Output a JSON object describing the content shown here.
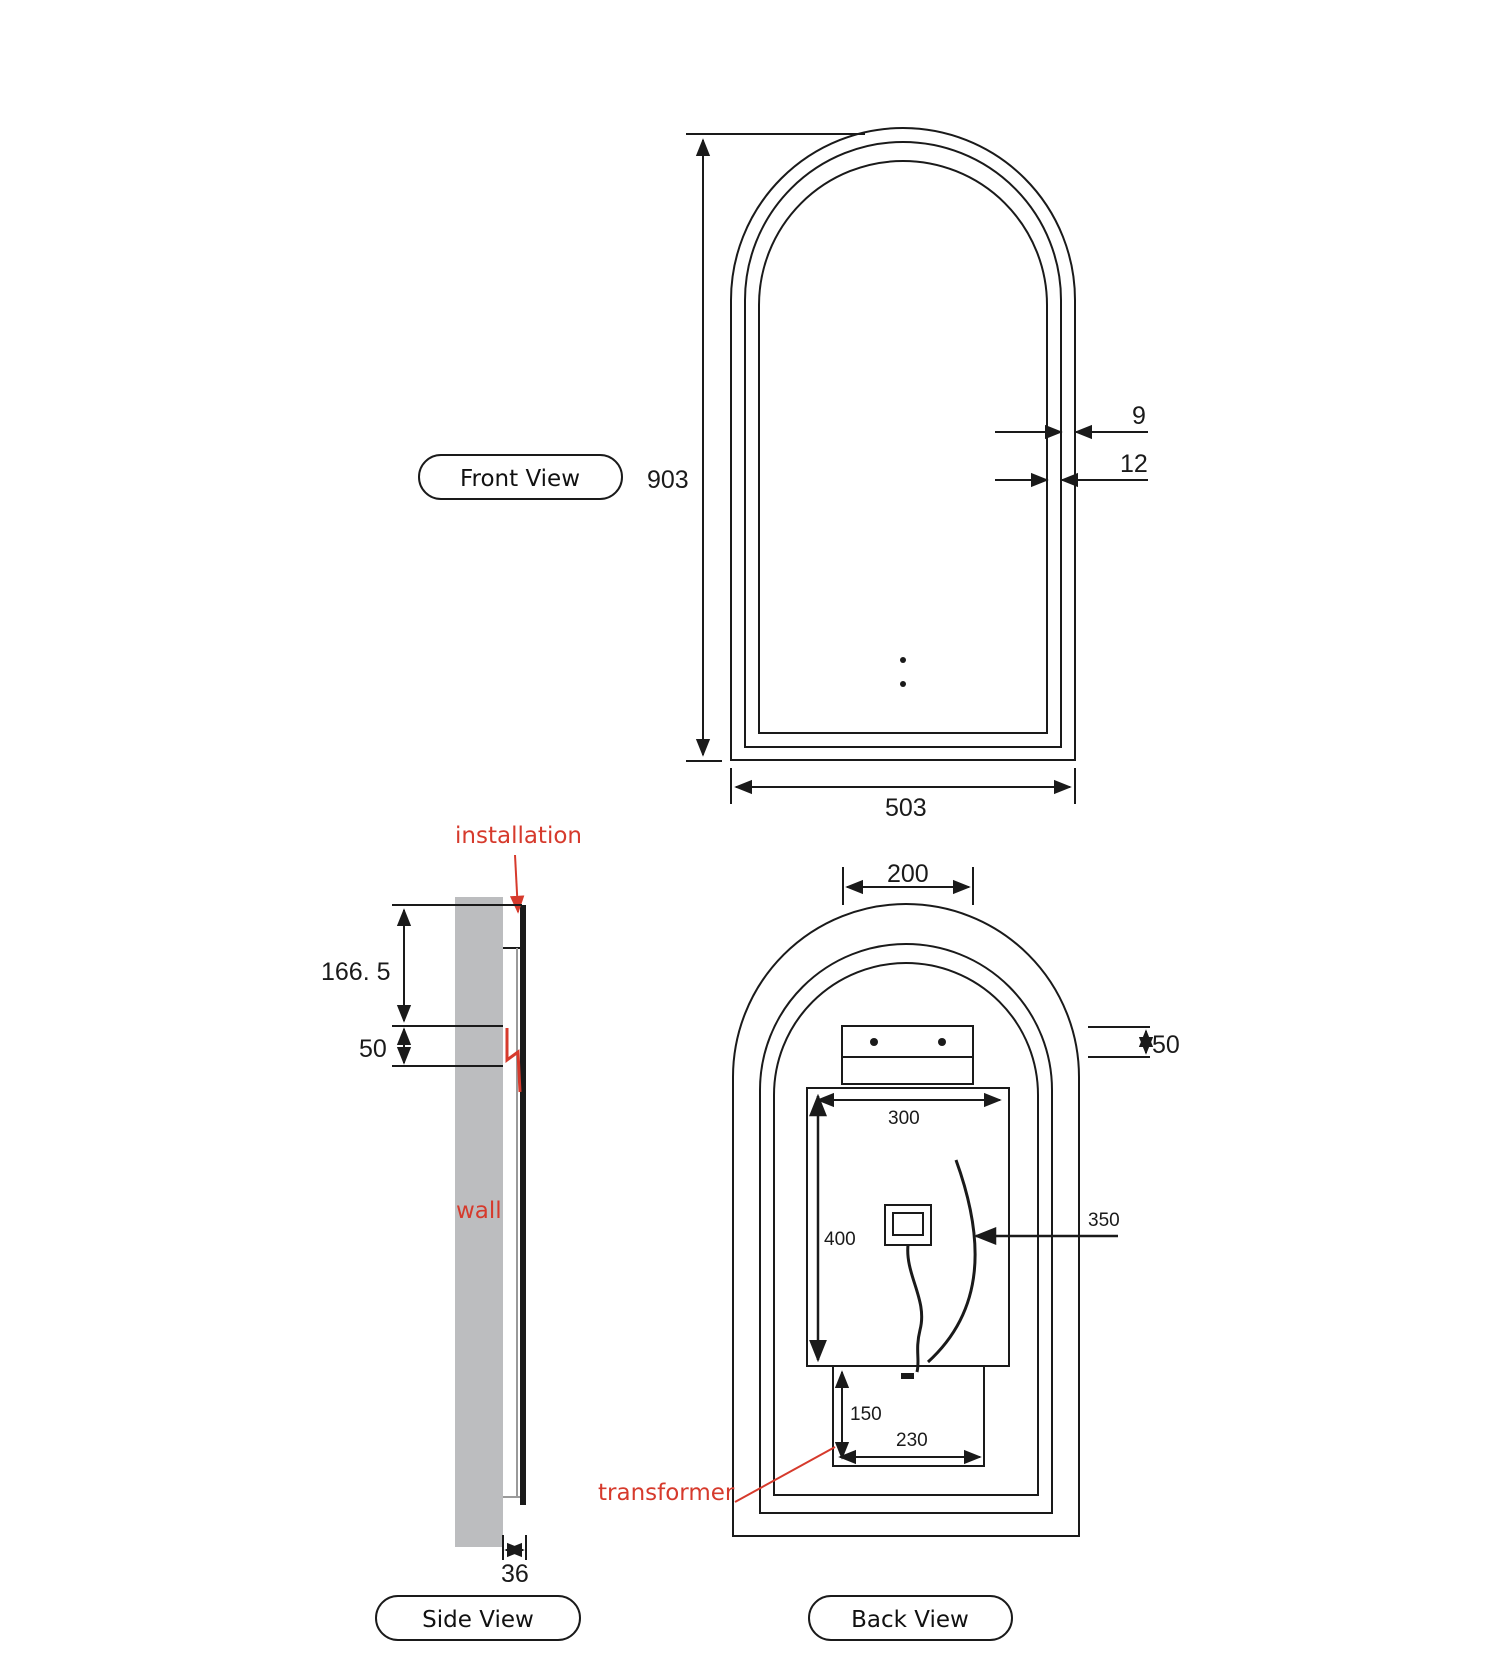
{
  "views": {
    "front": "Front View",
    "side": "Side View",
    "back": "Back View"
  },
  "front_dimensions": {
    "height": "903",
    "width": "503",
    "inset_outer": "9",
    "inset_inner": "12"
  },
  "side_dimensions": {
    "top_offset": "166. 5",
    "bracket": "50",
    "depth": "36"
  },
  "back_dimensions": {
    "bracket_width": "200",
    "bracket_offset": "50",
    "panel_width": "300",
    "panel_height": "400",
    "arrow_label": "350",
    "transformer_height": "150",
    "transformer_width": "230"
  },
  "labels": {
    "installation": "installation",
    "wall": "wall",
    "transformer": "transformer"
  },
  "colors": {
    "annotation_red": "#d63a2c",
    "wall_gray": "#bcbdbf",
    "line": "#1a1a1a"
  }
}
